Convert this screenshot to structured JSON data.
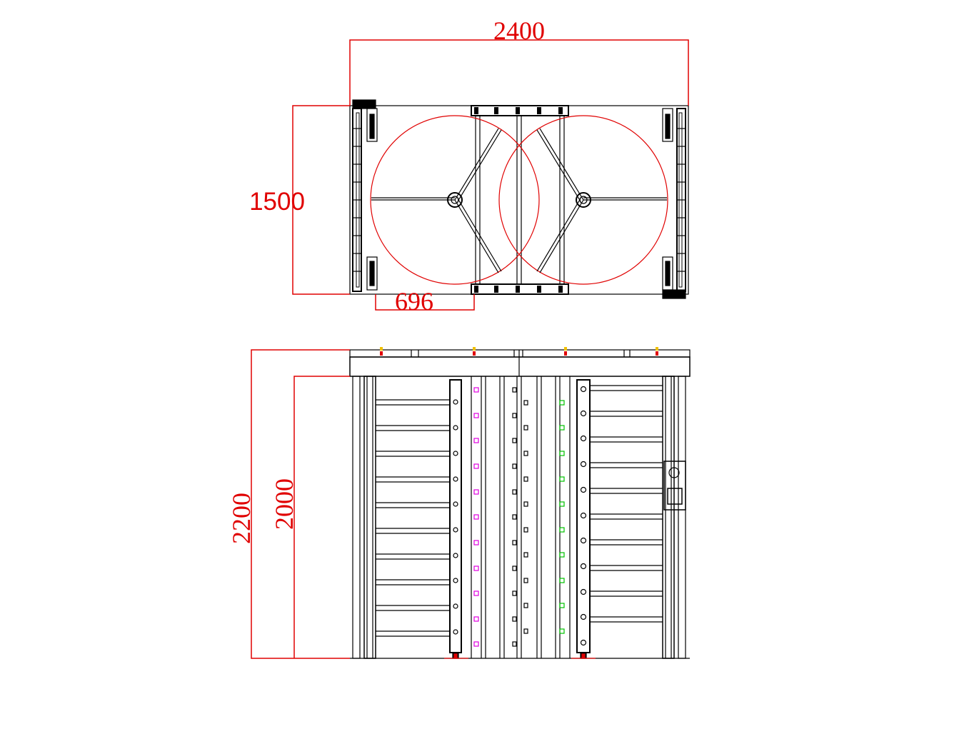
{
  "dimensions": {
    "width_total": "2400",
    "depth_total": "1500",
    "passage_width": "696",
    "height_total": "2200",
    "height_passage": "2000"
  },
  "colors": {
    "outline": "#000000",
    "dimension": "#e00000",
    "sweep_circle": "#e00000",
    "led_magenta": "#e000e0",
    "led_green": "#00c000",
    "accent_yellow": "#f0c000"
  },
  "views": [
    "top-view",
    "front-elevation"
  ]
}
